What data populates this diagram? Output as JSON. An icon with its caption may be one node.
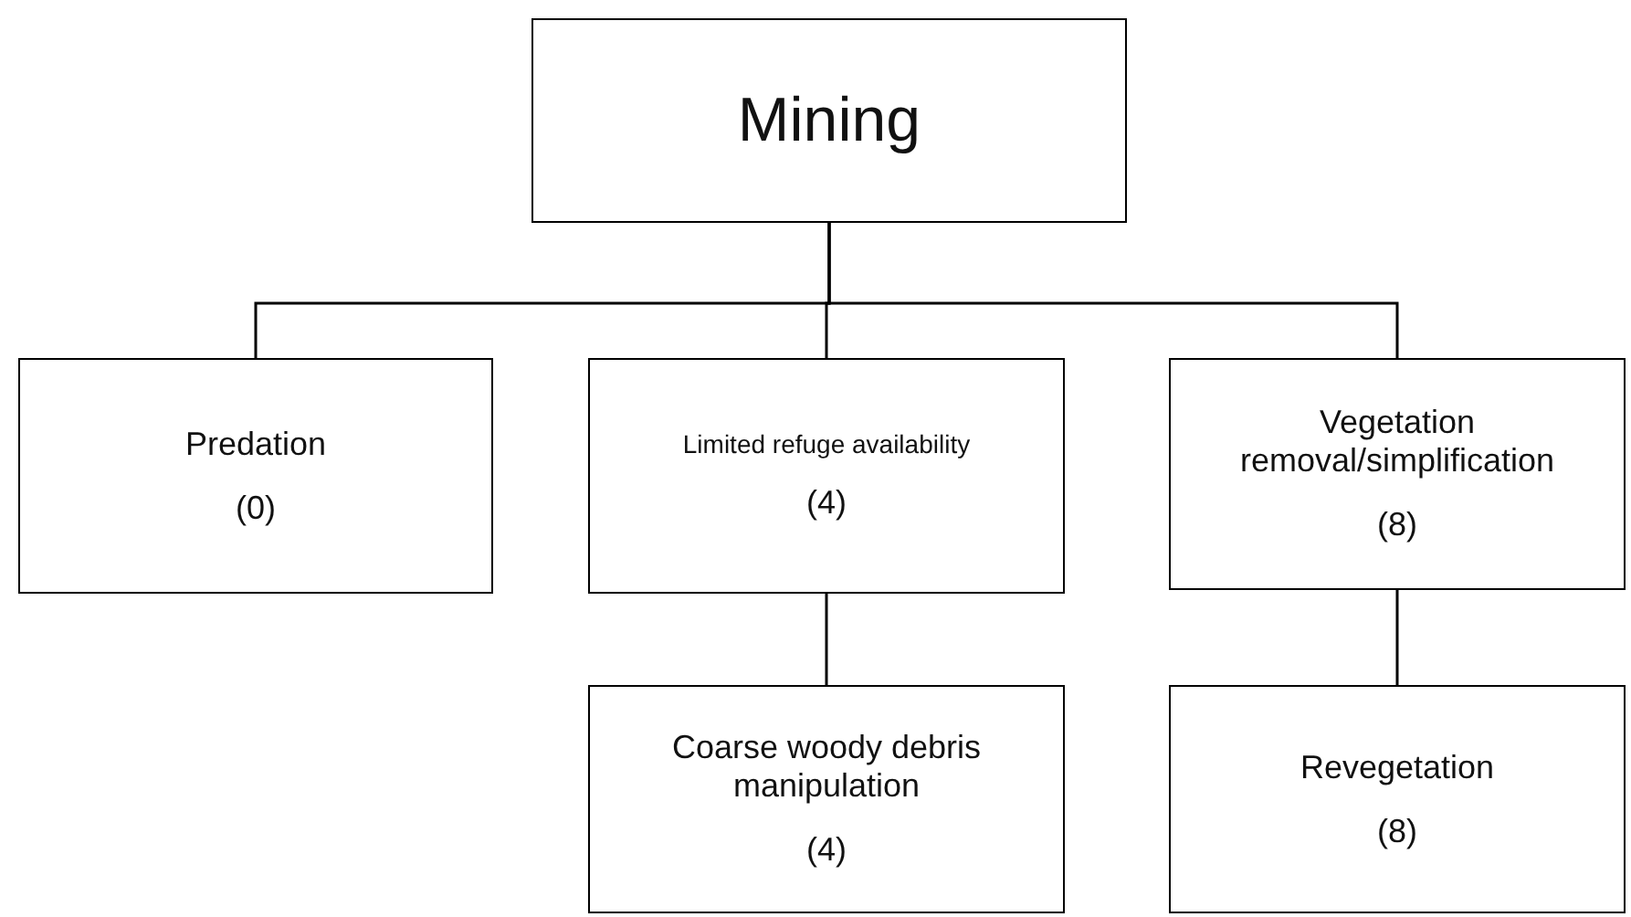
{
  "diagram": {
    "nodes": [
      {
        "text": [
          "Mining"
        ]
      },
      {
        "text": [
          "Predation",
          "(0)"
        ]
      },
      {
        "text": [
          "Limited refuge availability",
          "(4)"
        ]
      },
      {
        "text": [
          "Vegetation removal/simplification",
          "(8)"
        ]
      },
      {
        "text": [
          "Coarse woody debris manipulation",
          "(4)"
        ]
      },
      {
        "text": [
          "Revegetation",
          "(8)"
        ]
      }
    ],
    "edges": [
      {
        "from": 0,
        "to": 1,
        "arrow": "none"
      },
      {
        "from": 0,
        "to": 2,
        "arrow": "none"
      },
      {
        "from": 0,
        "to": 3,
        "arrow": "none"
      },
      {
        "from": 2,
        "to": 4,
        "arrow": "none"
      },
      {
        "from": 3,
        "to": 5,
        "arrow": "none"
      }
    ]
  }
}
